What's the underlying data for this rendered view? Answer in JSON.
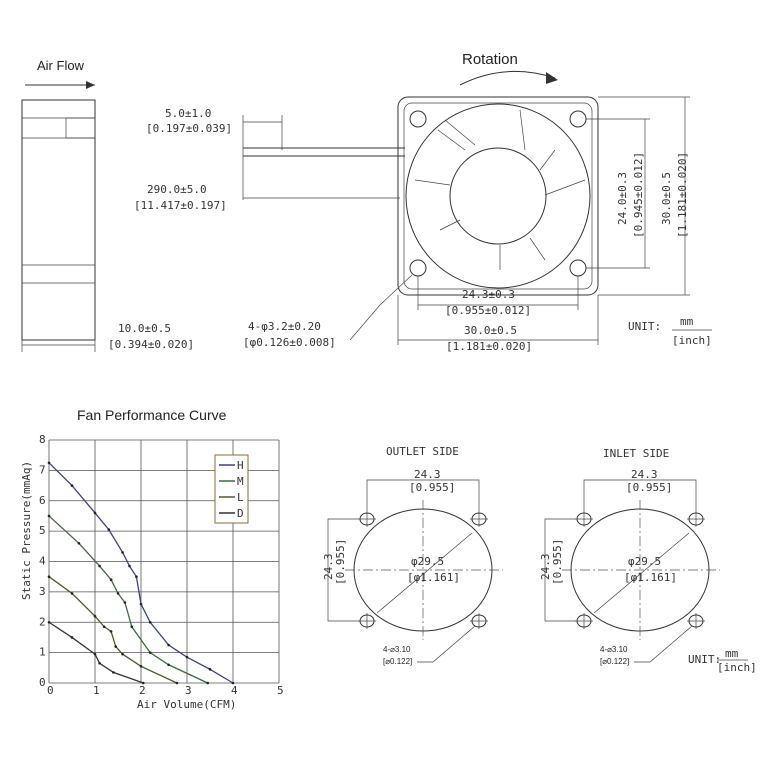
{
  "top": {
    "air_flow": "Air Flow",
    "rotation": "Rotation",
    "lead_length_mm": "5.0±1.0",
    "lead_length_in": "[0.197±0.039]",
    "cable_length_mm": "290.0±5.0",
    "cable_length_in": "[11.417±0.197]",
    "thickness_mm": "10.0±0.5",
    "thickness_in": "[0.394±0.020]",
    "holes_mm": "4-φ3.2±0.20",
    "holes_in": "[φ0.126±0.008]",
    "hole_pitch_h_mm": "24.3±0.3",
    "hole_pitch_h_in": "[0.955±0.012]",
    "width_mm": "30.0±0.5",
    "width_in": "[1.181±0.020]",
    "hole_pitch_v_mm": "24.0±0.3",
    "hole_pitch_v_in": "[0.945±0.012]",
    "height_mm": "30.0±0.5",
    "height_in": "[1.181±0.020]",
    "unit_label": "UNIT:",
    "unit_mm": "mm",
    "unit_inch": "[inch]"
  },
  "mounting": {
    "outlet_title": "OUTLET SIDE",
    "inlet_title": "INLET SIDE",
    "pitch_mm": "24.3",
    "pitch_in": "[0.955]",
    "dia_mm": "φ29.5",
    "dia_in": "[φ1.161]",
    "holes_mm": "4-⌀3.10",
    "holes_in": "[⌀0.122]",
    "unit_label": "UNIT:",
    "unit_mm": "mm",
    "unit_inch": "[inch]"
  },
  "chart_data": {
    "type": "line",
    "title": "Fan Performance Curve",
    "xlabel": "Air Volume(CFM)",
    "ylabel": "Static Pressure(mmAq)",
    "xlim": [
      0,
      5
    ],
    "ylim": [
      0,
      8
    ],
    "xticks": [
      "0",
      "1",
      "2",
      "3",
      "4",
      "5"
    ],
    "yticks": [
      "0",
      "1",
      "2",
      "3",
      "4",
      "5",
      "6",
      "7",
      "8"
    ],
    "grid": true,
    "legend_position": "top-right",
    "series": [
      {
        "name": "H",
        "color": "#3a3f8f",
        "points": [
          [
            0,
            7.25
          ],
          [
            0.5,
            6.5
          ],
          [
            1,
            5.6
          ],
          [
            1.3,
            5.05
          ],
          [
            1.6,
            4.3
          ],
          [
            1.75,
            3.85
          ],
          [
            1.9,
            3.5
          ],
          [
            2,
            2.6
          ],
          [
            2.2,
            2.0
          ],
          [
            2.6,
            1.25
          ],
          [
            3,
            0.85
          ],
          [
            3.5,
            0.45
          ],
          [
            4,
            0
          ]
        ]
      },
      {
        "name": "M",
        "color": "#3f6b3a",
        "points": [
          [
            0,
            5.5
          ],
          [
            0.65,
            4.6
          ],
          [
            1.1,
            3.85
          ],
          [
            1.35,
            3.4
          ],
          [
            1.5,
            2.95
          ],
          [
            1.65,
            2.65
          ],
          [
            1.8,
            1.85
          ],
          [
            2.2,
            1.0
          ],
          [
            2.6,
            0.6
          ],
          [
            3.45,
            0
          ]
        ]
      },
      {
        "name": "L",
        "color": "#4a5a2a",
        "points": [
          [
            0,
            3.5
          ],
          [
            0.5,
            2.95
          ],
          [
            1,
            2.2
          ],
          [
            1.2,
            1.85
          ],
          [
            1.35,
            1.7
          ],
          [
            1.45,
            1.2
          ],
          [
            1.6,
            0.95
          ],
          [
            2,
            0.55
          ],
          [
            2.78,
            0
          ]
        ]
      },
      {
        "name": "D",
        "color": "#333333",
        "points": [
          [
            0,
            2
          ],
          [
            0.5,
            1.5
          ],
          [
            1,
            0.95
          ],
          [
            1.1,
            0.65
          ],
          [
            1.4,
            0.35
          ],
          [
            2.05,
            0
          ]
        ]
      }
    ]
  }
}
